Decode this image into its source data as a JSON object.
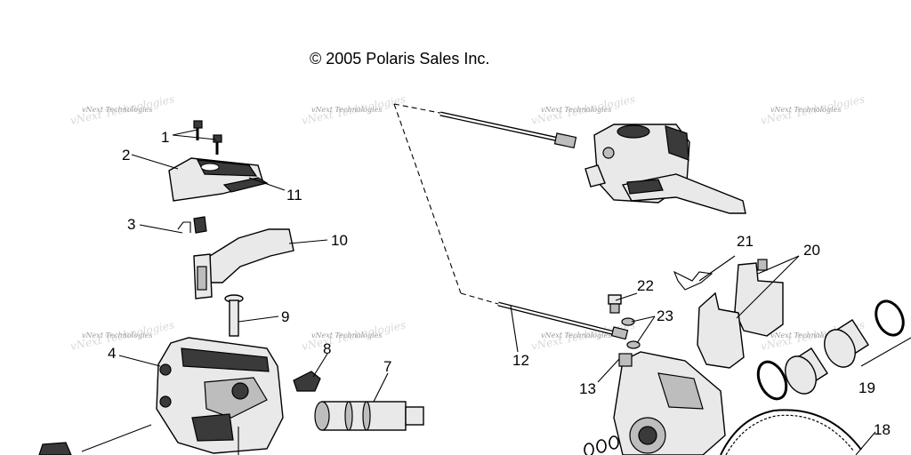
{
  "copyright": "© 2005 Polaris Sales Inc.",
  "watermark": "vNext Technologies",
  "callouts": [
    "1",
    "2",
    "3",
    "4",
    "7",
    "8",
    "9",
    "10",
    "11",
    "12",
    "13",
    "18",
    "19",
    "20",
    "21",
    "22",
    "23"
  ]
}
